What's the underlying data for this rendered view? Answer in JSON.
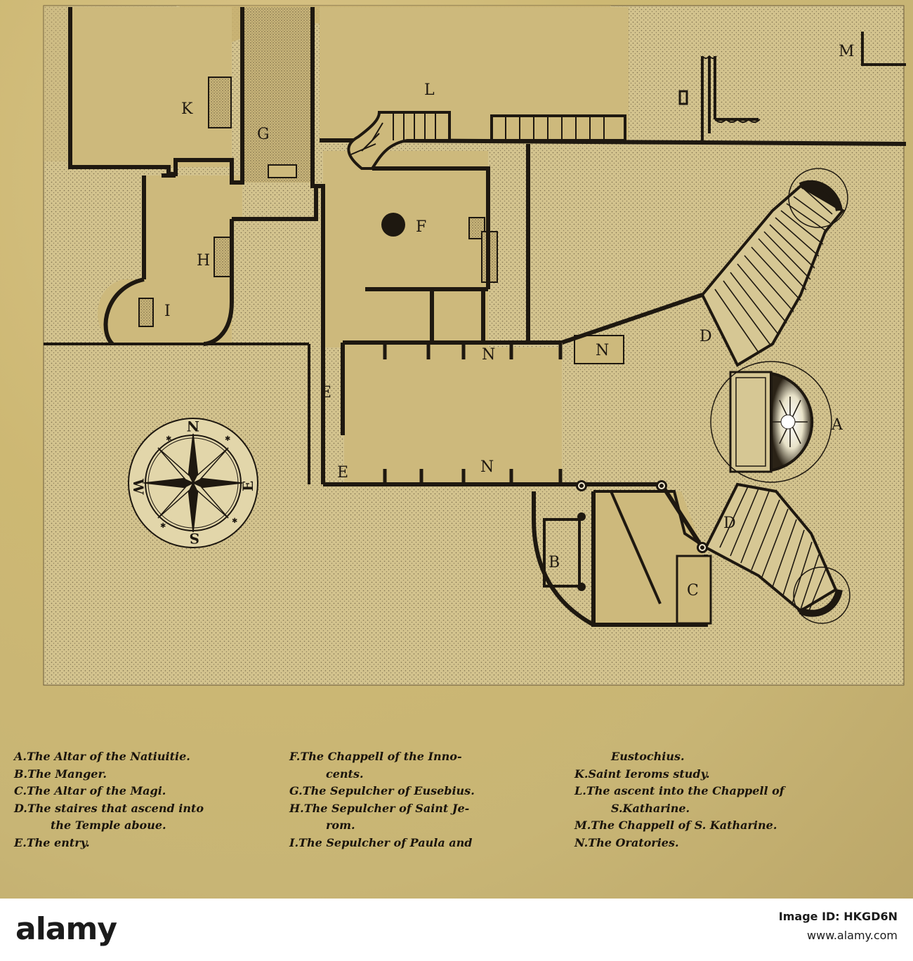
{
  "map": {
    "labels": {
      "A": "A",
      "B": "B",
      "C": "C",
      "D": "D",
      "E": "E",
      "F": "F",
      "G": "G",
      "H": "H",
      "I": "I",
      "K": "K",
      "L": "L",
      "M": "M",
      "N": "N"
    },
    "compass": {
      "N": "N",
      "S": "S",
      "E": "E",
      "W": "W"
    },
    "colors": {
      "paper": "#cdb873",
      "ink": "#1e1810",
      "stipple": "#3a2e1c"
    }
  },
  "legend": {
    "col1": [
      "A.The Altar of the Natiuitie.",
      "B.The Manger.",
      "C.The Altar of the Magi.",
      "D.The staires that ascend into",
      "the Temple aboue.",
      "E.The entry."
    ],
    "col2": [
      "F.The Chappell of the Inno-",
      "cents.",
      "G.The Sepulcher of Eusebius.",
      "H.The Sepulcher of Saint Je-",
      "rom.",
      "I.The Sepulcher of Paula and"
    ],
    "col3": [
      "Eustochius.",
      "K.Saint Ieroms study.",
      "L.The ascent into the Chappell of",
      "S.Katharine.",
      "M.The Chappell of S. Katharine.",
      "N.The Oratories."
    ]
  },
  "footer": {
    "brand": "alamy",
    "image_id": "Image ID: HKGD6N",
    "site": "www.alamy.com"
  }
}
